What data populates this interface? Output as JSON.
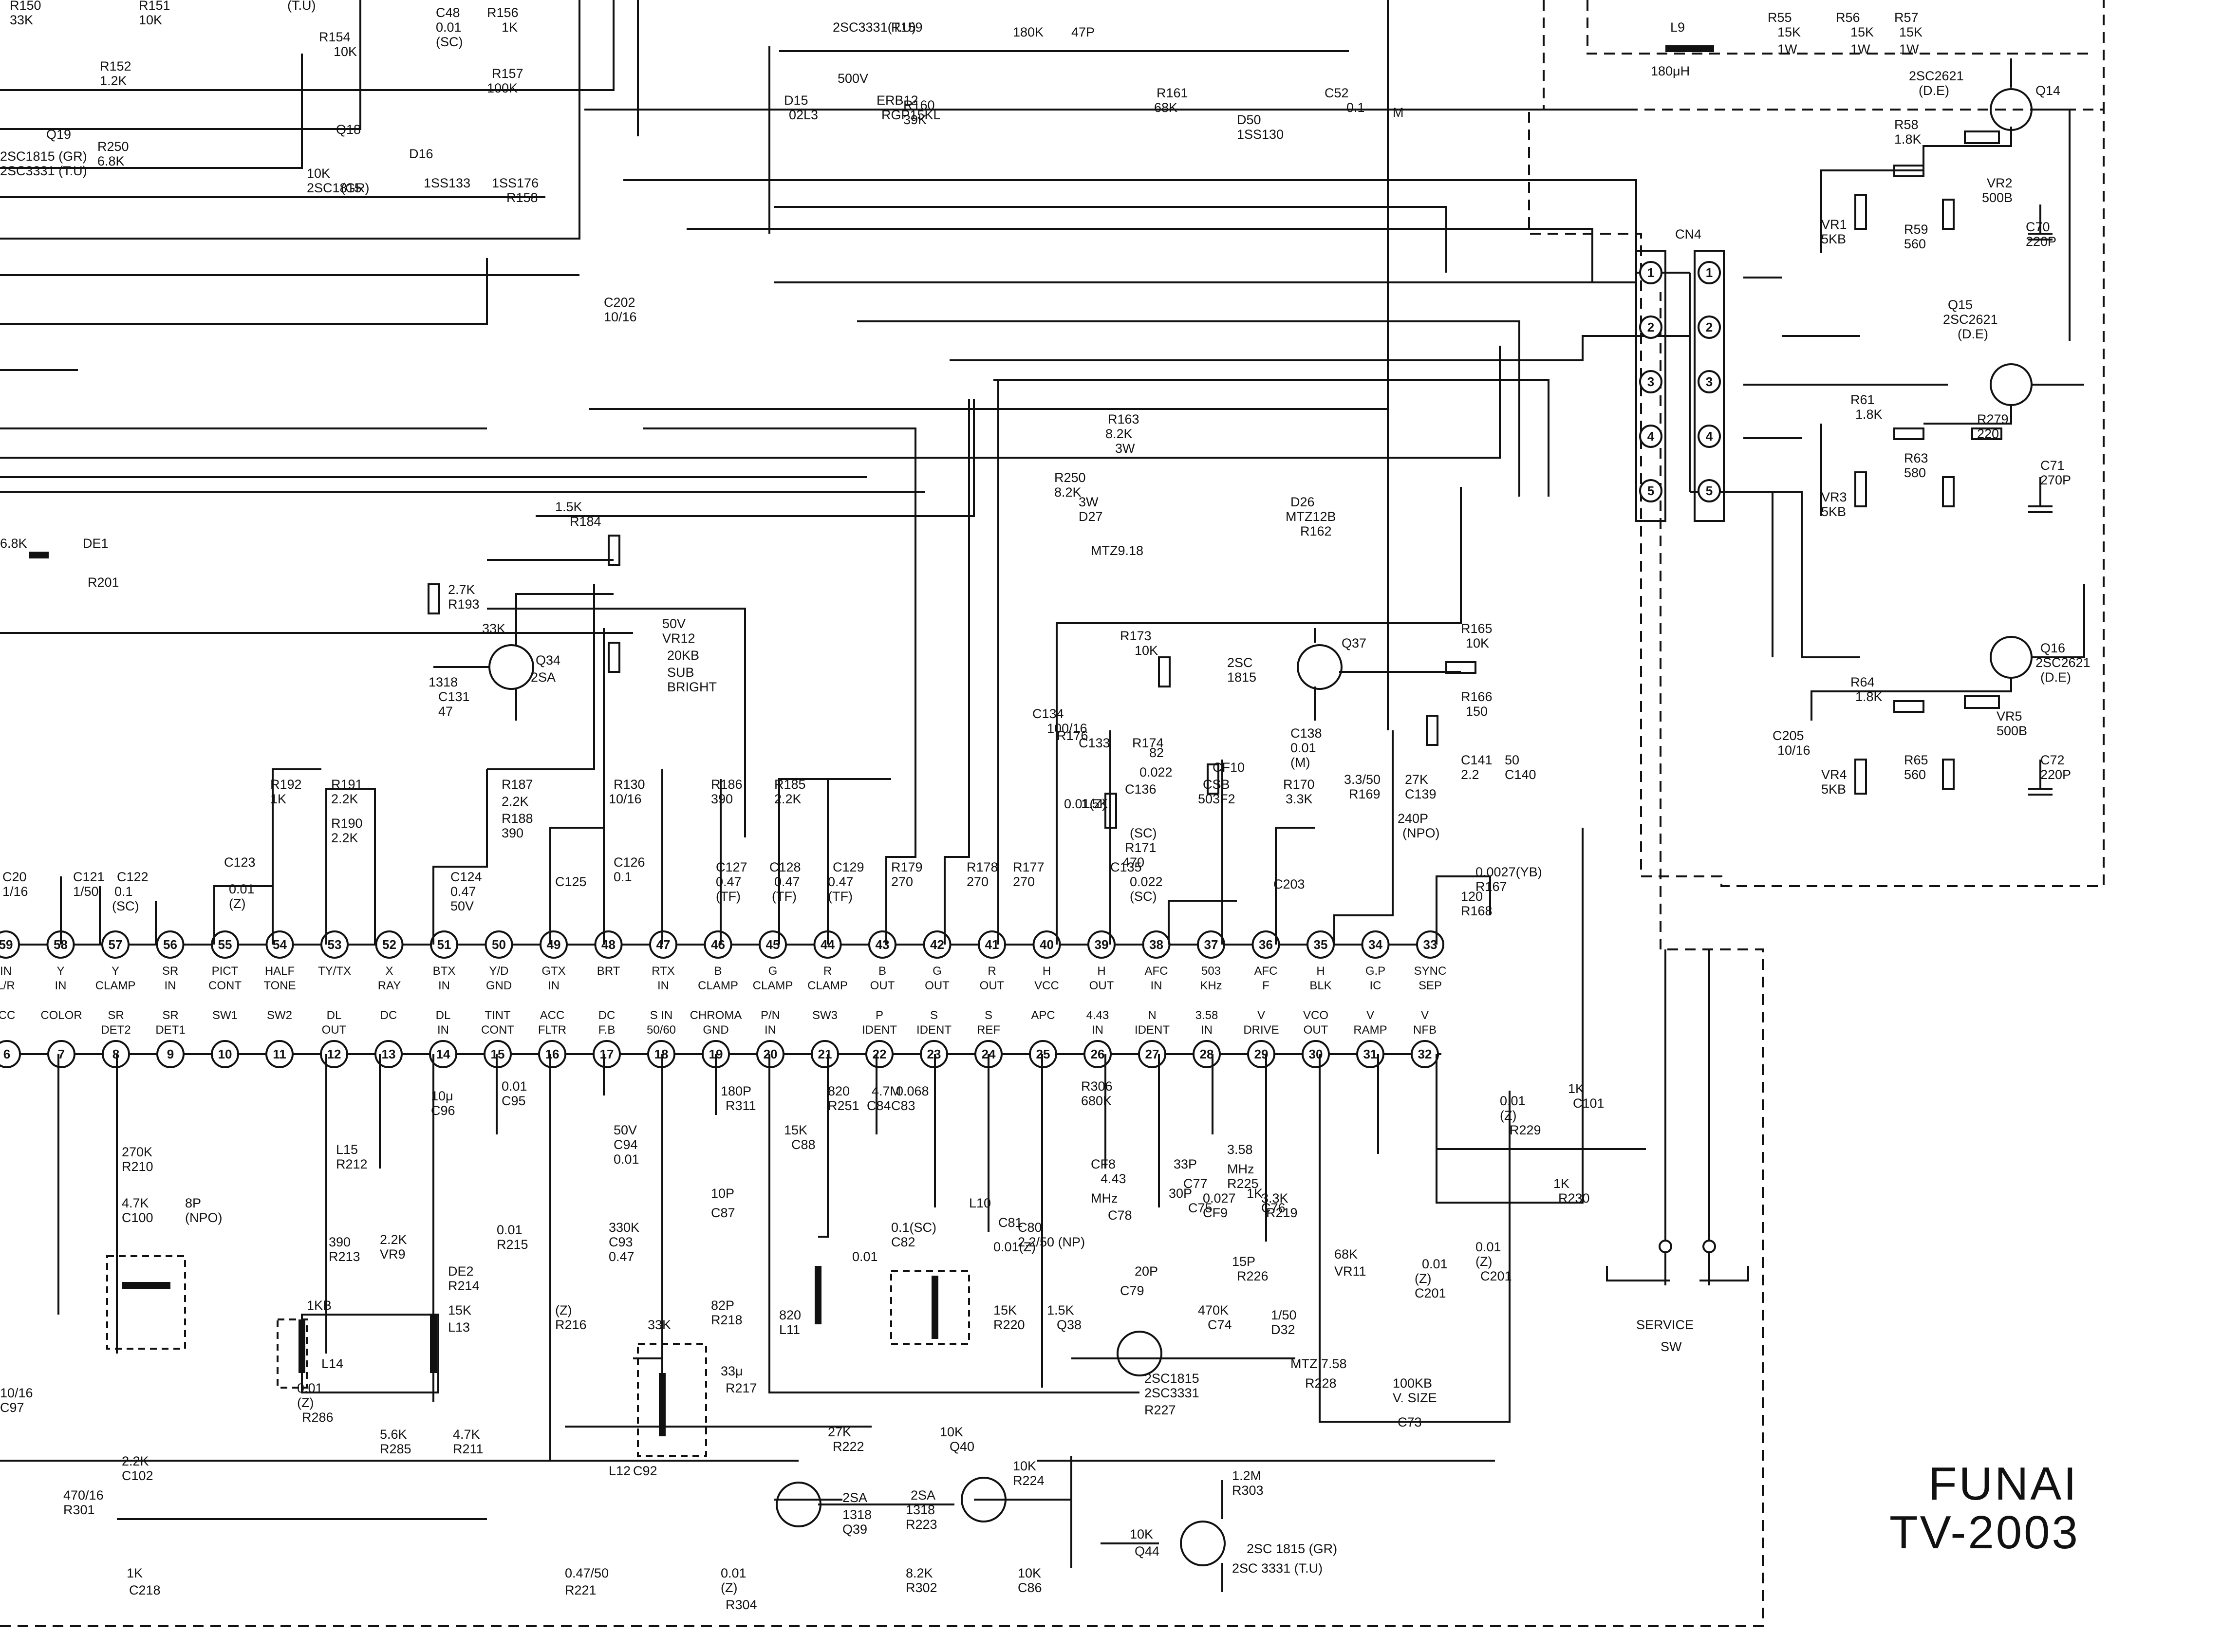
{
  "title_block": {
    "brand": "FUNAI",
    "model": "TV-2003"
  },
  "ic_pins_top": [
    {
      "n": "59",
      "l1": "IN",
      "l2": "L/R"
    },
    {
      "n": "58",
      "l1": "Y",
      "l2": "IN"
    },
    {
      "n": "57",
      "l1": "Y",
      "l2": "CLAMP"
    },
    {
      "n": "56",
      "l1": "SR",
      "l2": "IN"
    },
    {
      "n": "55",
      "l1": "PICT",
      "l2": "CONT"
    },
    {
      "n": "54",
      "l1": "HALF",
      "l2": "TONE"
    },
    {
      "n": "53",
      "l1": "TY/TX",
      "l2": ""
    },
    {
      "n": "52",
      "l1": "X",
      "l2": "RAY"
    },
    {
      "n": "51",
      "l1": "BTX",
      "l2": "IN"
    },
    {
      "n": "50",
      "l1": "Y/D",
      "l2": "GND"
    },
    {
      "n": "49",
      "l1": "GTX",
      "l2": "IN"
    },
    {
      "n": "48",
      "l1": "BRT",
      "l2": ""
    },
    {
      "n": "47",
      "l1": "RTX",
      "l2": "IN"
    },
    {
      "n": "46",
      "l1": "B",
      "l2": "CLAMP"
    },
    {
      "n": "45",
      "l1": "G",
      "l2": "CLAMP"
    },
    {
      "n": "44",
      "l1": "R",
      "l2": "CLAMP"
    },
    {
      "n": "43",
      "l1": "B",
      "l2": "OUT"
    },
    {
      "n": "42",
      "l1": "G",
      "l2": "OUT"
    },
    {
      "n": "41",
      "l1": "R",
      "l2": "OUT"
    },
    {
      "n": "40",
      "l1": "H",
      "l2": "VCC"
    },
    {
      "n": "39",
      "l1": "H",
      "l2": "OUT"
    },
    {
      "n": "38",
      "l1": "AFC",
      "l2": "IN"
    },
    {
      "n": "37",
      "l1": "503",
      "l2": "KHz"
    },
    {
      "n": "36",
      "l1": "AFC",
      "l2": "F"
    },
    {
      "n": "35",
      "l1": "H",
      "l2": "BLK"
    },
    {
      "n": "34",
      "l1": "G.P",
      "l2": "IC"
    },
    {
      "n": "33",
      "l1": "SYNC",
      "l2": "SEP"
    }
  ],
  "ic_pins_bottom": [
    {
      "n": "6",
      "l1": "CC",
      "l2": ""
    },
    {
      "n": "7",
      "l1": "COLOR",
      "l2": ""
    },
    {
      "n": "8",
      "l1": "SR",
      "l2": "DET2"
    },
    {
      "n": "9",
      "l1": "SR",
      "l2": "DET1"
    },
    {
      "n": "10",
      "l1": "SW1",
      "l2": ""
    },
    {
      "n": "11",
      "l1": "SW2",
      "l2": ""
    },
    {
      "n": "12",
      "l1": "DL",
      "l2": "OUT"
    },
    {
      "n": "13",
      "l1": "DC",
      "l2": ""
    },
    {
      "n": "14",
      "l1": "DL",
      "l2": "IN"
    },
    {
      "n": "15",
      "l1": "TINT",
      "l2": "CONT"
    },
    {
      "n": "16",
      "l1": "ACC",
      "l2": "FLTR"
    },
    {
      "n": "17",
      "l1": "DC",
      "l2": "F.B"
    },
    {
      "n": "18",
      "l1": "S IN",
      "l2": "50/60"
    },
    {
      "n": "19",
      "l1": "CHROMA",
      "l2": "GND"
    },
    {
      "n": "20",
      "l1": "P/N",
      "l2": "IN"
    },
    {
      "n": "21",
      "l1": "SW3",
      "l2": ""
    },
    {
      "n": "22",
      "l1": "P",
      "l2": "IDENT"
    },
    {
      "n": "23",
      "l1": "S",
      "l2": "IDENT"
    },
    {
      "n": "24",
      "l1": "S",
      "l2": "REF"
    },
    {
      "n": "25",
      "l1": "APC",
      "l2": ""
    },
    {
      "n": "26",
      "l1": "4.43",
      "l2": "IN"
    },
    {
      "n": "27",
      "l1": "N",
      "l2": "IDENT"
    },
    {
      "n": "28",
      "l1": "3.58",
      "l2": "IN"
    },
    {
      "n": "29",
      "l1": "V",
      "l2": "DRIVE"
    },
    {
      "n": "30",
      "l1": "VCO",
      "l2": "OUT"
    },
    {
      "n": "31",
      "l1": "V",
      "l2": "RAMP"
    },
    {
      "n": "32",
      "l1": "V",
      "l2": "NFB"
    }
  ],
  "cn4": {
    "name": "CN4",
    "pins": [
      "1",
      "2",
      "3",
      "4",
      "5"
    ]
  },
  "service_switch": {
    "l1": "SERVICE",
    "l2": "SW"
  },
  "labels": [
    "R150",
    "33K",
    "R151",
    "10K",
    "R152",
    "1.2K",
    "Q19",
    "2SC1815 (GR)",
    "2SC3331 (T.U)",
    "R250",
    "6.8K",
    "(T.U)",
    "C48",
    "0.01",
    "(SC)",
    "R156",
    "1K",
    "R154",
    "10K",
    "R157",
    "100K",
    "Q18",
    "D16",
    "1SS133",
    "1SS176",
    "R158",
    "10K",
    "2SC1815",
    "(GR)",
    "2SC3331(T.U)",
    "R159",
    "180K",
    "47P",
    "500V",
    "D15",
    "ERB12",
    "02L3",
    "RGP15KL",
    "R160",
    "39K",
    "R161",
    "68K",
    "D50",
    "1SS130",
    "C52",
    "0.1",
    "M",
    "L9",
    "180μH",
    "R55",
    "15K",
    "1W",
    "R56",
    "15K",
    "1W",
    "R57",
    "15K",
    "1W",
    "2SC2621",
    "(D.E)",
    "Q14",
    "R58",
    "1.8K",
    "VR2",
    "500B",
    "R59",
    "560",
    "C70",
    "220P",
    "VR1",
    "5KB",
    "Q15",
    "2SC2621",
    "(D.E)",
    "R61",
    "1.8K",
    "R279",
    "220",
    "R63",
    "580",
    "C71",
    "270P",
    "VR3",
    "5KB",
    "Q16",
    "2SC2621",
    "(D.E)",
    "R64",
    "1.8K",
    "VR5",
    "500B",
    "R65",
    "560",
    "C72",
    "220P",
    "C205",
    "10/16",
    "VR4",
    "5KB",
    "C202",
    "10/16",
    "R163",
    "8.2K",
    "3W",
    "R250",
    "8.2K",
    "3W",
    "D27",
    "MTZ9.18",
    "D26",
    "MTZ12B",
    "R162",
    "6.8K",
    "DE1",
    "R201",
    "1.5K",
    "R184",
    "2.7K",
    "R193",
    "33K",
    "Q34",
    "2SA",
    "1318",
    "C131",
    "47",
    "50V",
    "VR12",
    "20KB",
    "SUB",
    "BRIGHT",
    "R192",
    "1K",
    "R191",
    "2.2K",
    "R190",
    "2.2K",
    "R187",
    "2.2K",
    "R188",
    "390",
    "R130",
    "10/16",
    "R186",
    "390",
    "R185",
    "2.2K",
    "C20",
    "1/16",
    "C121",
    "1/50",
    "C122",
    "0.1",
    "(SC)",
    "C123",
    "0.01",
    "(Z)",
    "C124",
    "0.47",
    "50V",
    "C125",
    "C126",
    "0.1",
    "C127",
    "0.47",
    "(TF)",
    "C128",
    "0.47",
    "(TF)",
    "C129",
    "0.47",
    "(TF)",
    "R179",
    "270",
    "R178",
    "270",
    "R177",
    "270",
    "C134",
    "100/16",
    "0.01(Z)",
    "C133",
    "R176",
    "1.5K",
    "R174",
    "82",
    "C136",
    "0.022",
    "(SC)",
    "R171",
    "470",
    "C135",
    "0.022",
    "(SC)",
    "CF10",
    "CSB",
    "503F2",
    "R173",
    "10K",
    "2SC",
    "1815",
    "Q37",
    "C138",
    "0.01",
    "(M)",
    "R170",
    "3.3K",
    "C203",
    "3.3/50",
    "R169",
    "27K",
    "C139",
    "240P",
    "(NPO)",
    "R165",
    "10K",
    "R166",
    "150",
    "C141",
    "2.2",
    "50",
    "C140",
    "0.0027(YB)",
    "R167",
    "120",
    "R168",
    "270K",
    "R210",
    "4.7K",
    "C100",
    "8P",
    "(NPO)",
    "L15",
    "R212",
    "390",
    "R213",
    "2.2K",
    "VR9",
    "1KB",
    "L14",
    "DE2",
    "R214",
    "15K",
    "L13",
    "10μ",
    "C96",
    "0.01",
    "C95",
    "0.01",
    "R215",
    "330K",
    "C93",
    "0.47",
    "50V",
    "C94",
    "0.01",
    "(Z)",
    "R216",
    "33K",
    "L12",
    "C92",
    "180P",
    "R311",
    "15K",
    "C88",
    "10P",
    "C87",
    "82P",
    "R218",
    "820",
    "L11",
    "33μ",
    "R217",
    "820",
    "R251",
    "4.7M",
    "C84",
    "0.068",
    "C83",
    "0.1(SC)",
    "C82",
    "0.01",
    "L10",
    "0.01(Z)",
    "C81",
    "C80",
    "2.2/50 (NP)",
    "R306",
    "680K",
    "CF8",
    "4.43",
    "MHz",
    "C78",
    "20P",
    "C79",
    "33P",
    "C77",
    "0.027",
    "CF9",
    "3.58",
    "MHz",
    "R225",
    "1K",
    "C76",
    "30P",
    "C75",
    "15P",
    "R226",
    "3.3K",
    "R219",
    "15K",
    "R220",
    "1.5K",
    "Q38",
    "2SC1815",
    "2SC3331",
    "R227",
    "470K",
    "C74",
    "1/50",
    "D32",
    "MTZ 7.58",
    "R228",
    "68K",
    "VR11",
    "100KB",
    "V. SIZE",
    "C73",
    "0.01",
    "(Z)",
    "C201",
    "0.01",
    "(Z)",
    "C201",
    "0.01",
    "(Z)",
    "R229",
    "1K",
    "R230",
    "1K",
    "C101",
    "10/16",
    "C97",
    "0.01",
    "(Z)",
    "R286",
    "5.6K",
    "R285",
    "4.7K",
    "R211",
    "2.2K",
    "C102",
    "470/16",
    "R301",
    "1K",
    "C218",
    "0.47/50",
    "R221",
    "27K",
    "R222",
    "10K",
    "Q40",
    "2SA",
    "1318",
    "Q39",
    "2SA",
    "1318",
    "R223",
    "10K",
    "R224",
    "8.2K",
    "R302",
    "10K",
    "C86",
    "0.01",
    "(Z)",
    "R304",
    "1.2M",
    "R303",
    "10K",
    "Q44",
    "2SC 1815 (GR)",
    "2SC 3331 (T.U)"
  ]
}
